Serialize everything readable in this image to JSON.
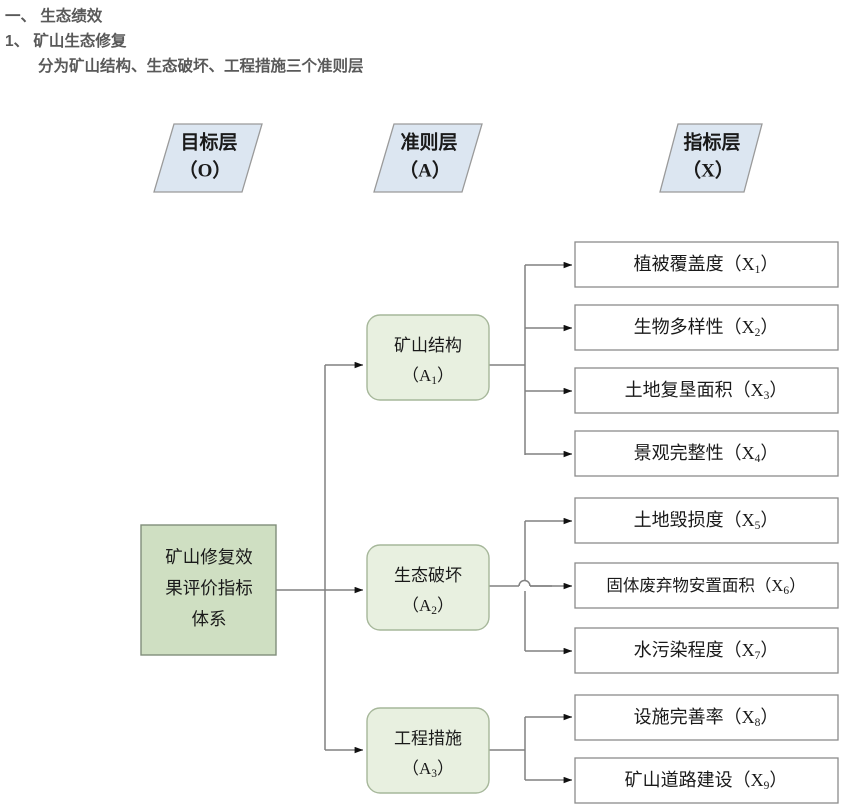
{
  "heading": {
    "line1": "一、 生态绩效",
    "line2": "1、 矿山生态修复",
    "line3": "分为矿山结构、生态破坏、工程措施三个准则层"
  },
  "colors": {
    "heading_text": "#595959",
    "layer_fill": "#dce6f1",
    "layer_stroke": "#9a9a9a",
    "goal_fill": "#cfdfc2",
    "goal_stroke": "#808e7a",
    "criteria_fill": "#e8f0e0",
    "criteria_stroke": "#a6b79a",
    "indicator_fill": "#ffffff",
    "indicator_stroke": "#8c8c8c",
    "connector": "#808080",
    "arrow": "#111111",
    "node_text": "#1a1a1a"
  },
  "diagram": {
    "layer_headers": [
      {
        "name": "goal-layer-header",
        "title": "目标层",
        "code": "（O）"
      },
      {
        "name": "criteria-layer-header",
        "title": "准则层",
        "code": "（A）"
      },
      {
        "name": "indicator-layer-header",
        "title": "指标层",
        "code": "（X）"
      }
    ],
    "goal": {
      "line1": "矿山修复效",
      "line2": "果评价指标",
      "line3": "体系"
    },
    "criteria": [
      {
        "name": "criteria-a1",
        "title": "矿山结构",
        "code_prefix": "（A",
        "code_sub": "1",
        "code_suffix": "）"
      },
      {
        "name": "criteria-a2",
        "title": "生态破坏",
        "code_prefix": "（A",
        "code_sub": "2",
        "code_suffix": "）"
      },
      {
        "name": "criteria-a3",
        "title": "工程措施",
        "code_prefix": "（A",
        "code_sub": "3",
        "code_suffix": "）"
      }
    ],
    "indicators": [
      {
        "name": "indicator-x1",
        "title": "植被覆盖度",
        "code_prefix": "（X",
        "code_sub": "1",
        "code_suffix": "）",
        "parent": "A1"
      },
      {
        "name": "indicator-x2",
        "title": "生物多样性",
        "code_prefix": "（X",
        "code_sub": "2",
        "code_suffix": "）",
        "parent": "A1"
      },
      {
        "name": "indicator-x3",
        "title": "土地复垦面积",
        "code_prefix": "（X",
        "code_sub": "3",
        "code_suffix": "）",
        "parent": "A1"
      },
      {
        "name": "indicator-x4",
        "title": "景观完整性",
        "code_prefix": "（X",
        "code_sub": "4",
        "code_suffix": "）",
        "parent": "A1"
      },
      {
        "name": "indicator-x5",
        "title": "土地毁损度",
        "code_prefix": "（X",
        "code_sub": "5",
        "code_suffix": "）",
        "parent": "A2"
      },
      {
        "name": "indicator-x6",
        "title": "固体废弃物安置面积",
        "code_prefix": "（X",
        "code_sub": "6",
        "code_suffix": "）",
        "parent": "A2"
      },
      {
        "name": "indicator-x7",
        "title": "水污染程度",
        "code_prefix": "（X",
        "code_sub": "7",
        "code_suffix": "）",
        "parent": "A2"
      },
      {
        "name": "indicator-x8",
        "title": "设施完善率",
        "code_prefix": "（X",
        "code_sub": "8",
        "code_suffix": "）",
        "parent": "A3"
      },
      {
        "name": "indicator-x9",
        "title": "矿山道路建设",
        "code_prefix": "（X",
        "code_sub": "9",
        "code_suffix": "）",
        "parent": "A3"
      }
    ]
  }
}
